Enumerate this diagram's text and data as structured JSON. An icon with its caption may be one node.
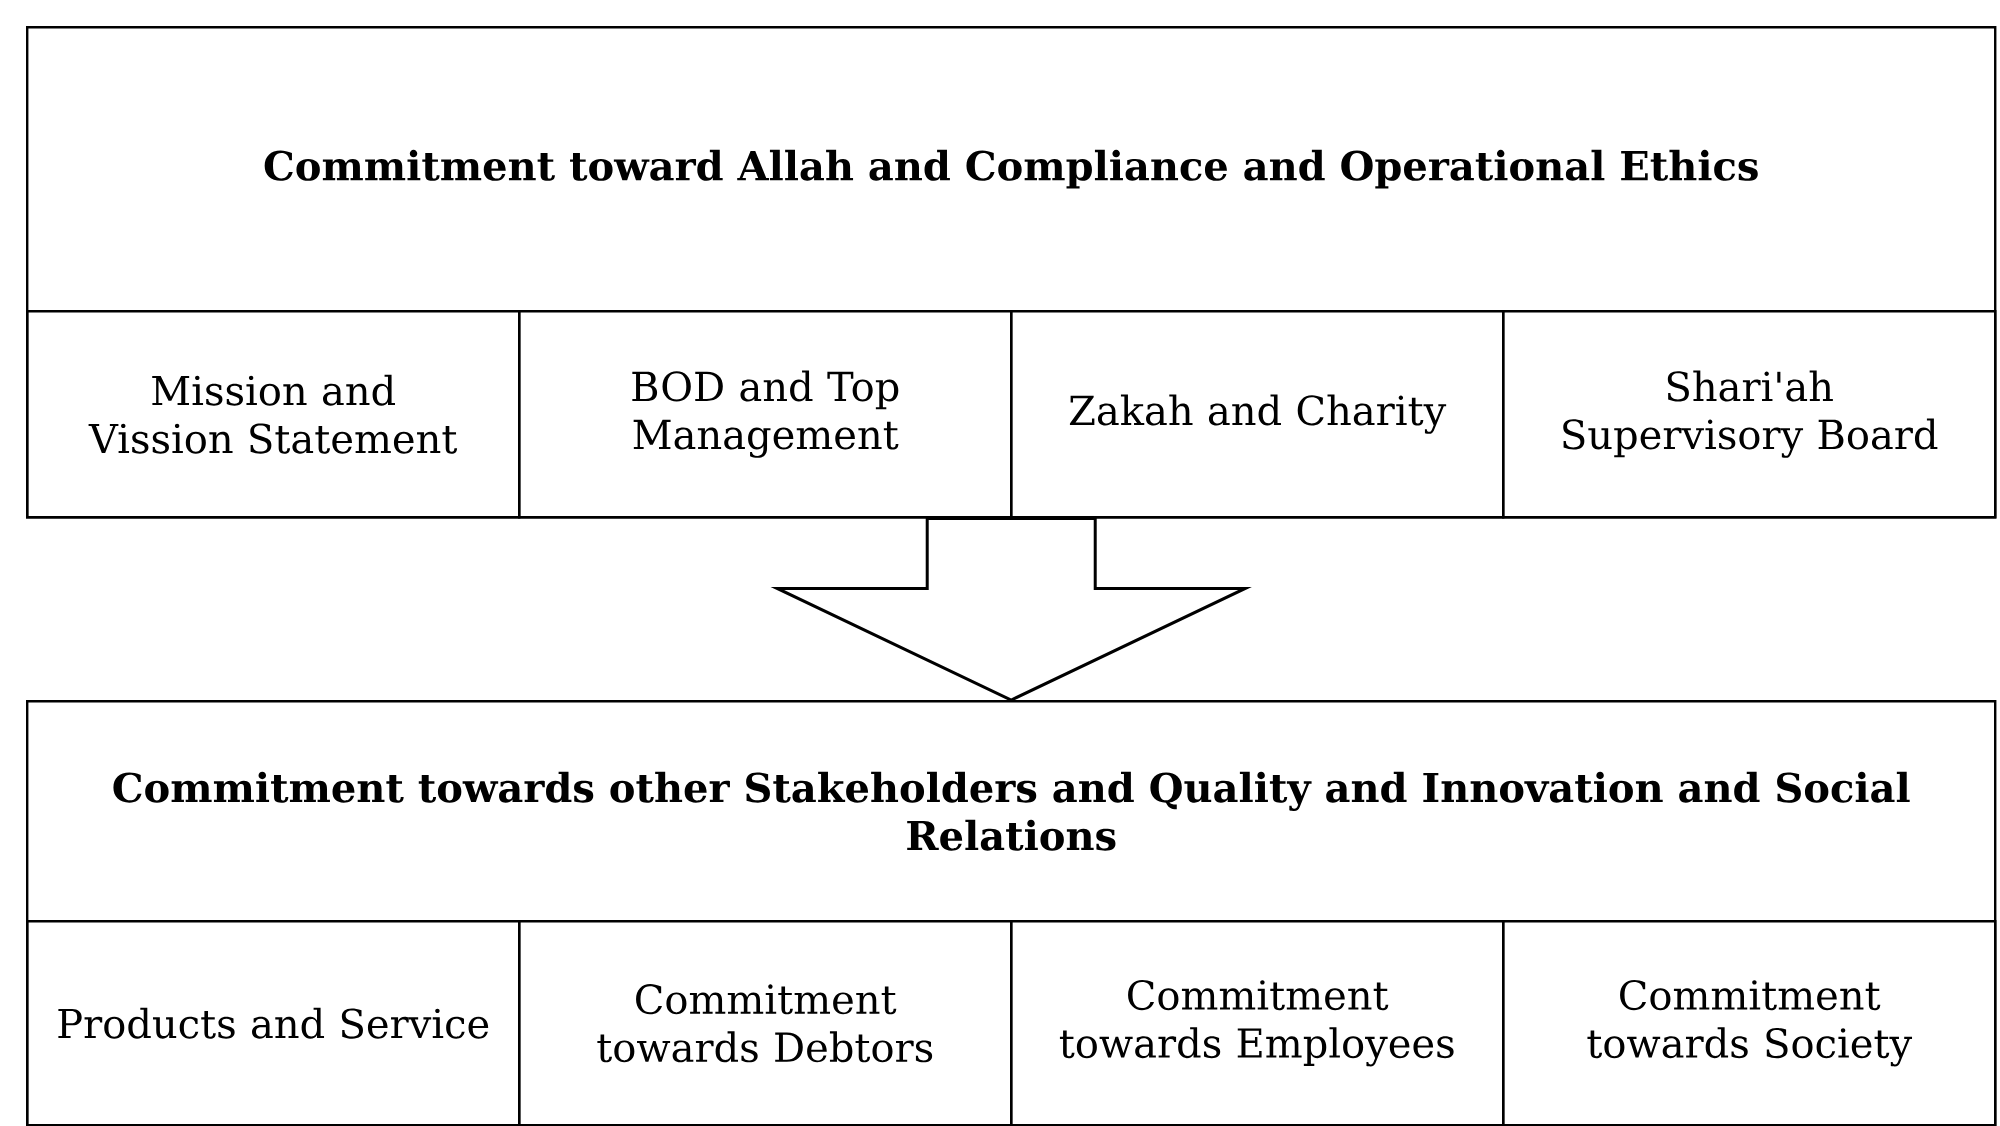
{
  "diagram": {
    "nodes": [
      {
        "text": [
          "Commitment toward Allah and Compliance and Operational Ethics"
        ]
      },
      {
        "text": [
          "Mission and Vission Statement"
        ],
        "in": 0
      },
      {
        "text": [
          "BOD and Top Management"
        ],
        "in": 0
      },
      {
        "text": [
          "Zakah and Charity"
        ],
        "in": 0
      },
      {
        "text": [
          "Shari'ah Supervisory Board"
        ],
        "in": 0
      },
      {
        "text": [
          "Commitment towards other Stakeholders and Quality and Innovation and Social Relations"
        ]
      },
      {
        "text": [
          "Products and Service"
        ],
        "in": 5
      },
      {
        "text": [
          "Commitment towards Debtors"
        ],
        "in": 5
      },
      {
        "text": [
          "Commitment towards Employees"
        ],
        "in": 5
      },
      {
        "text": [
          "Commitment towards Society"
        ],
        "in": 5
      }
    ],
    "edges": [
      {
        "from": 0,
        "to": 5,
        "arrow": "to"
      }
    ]
  }
}
